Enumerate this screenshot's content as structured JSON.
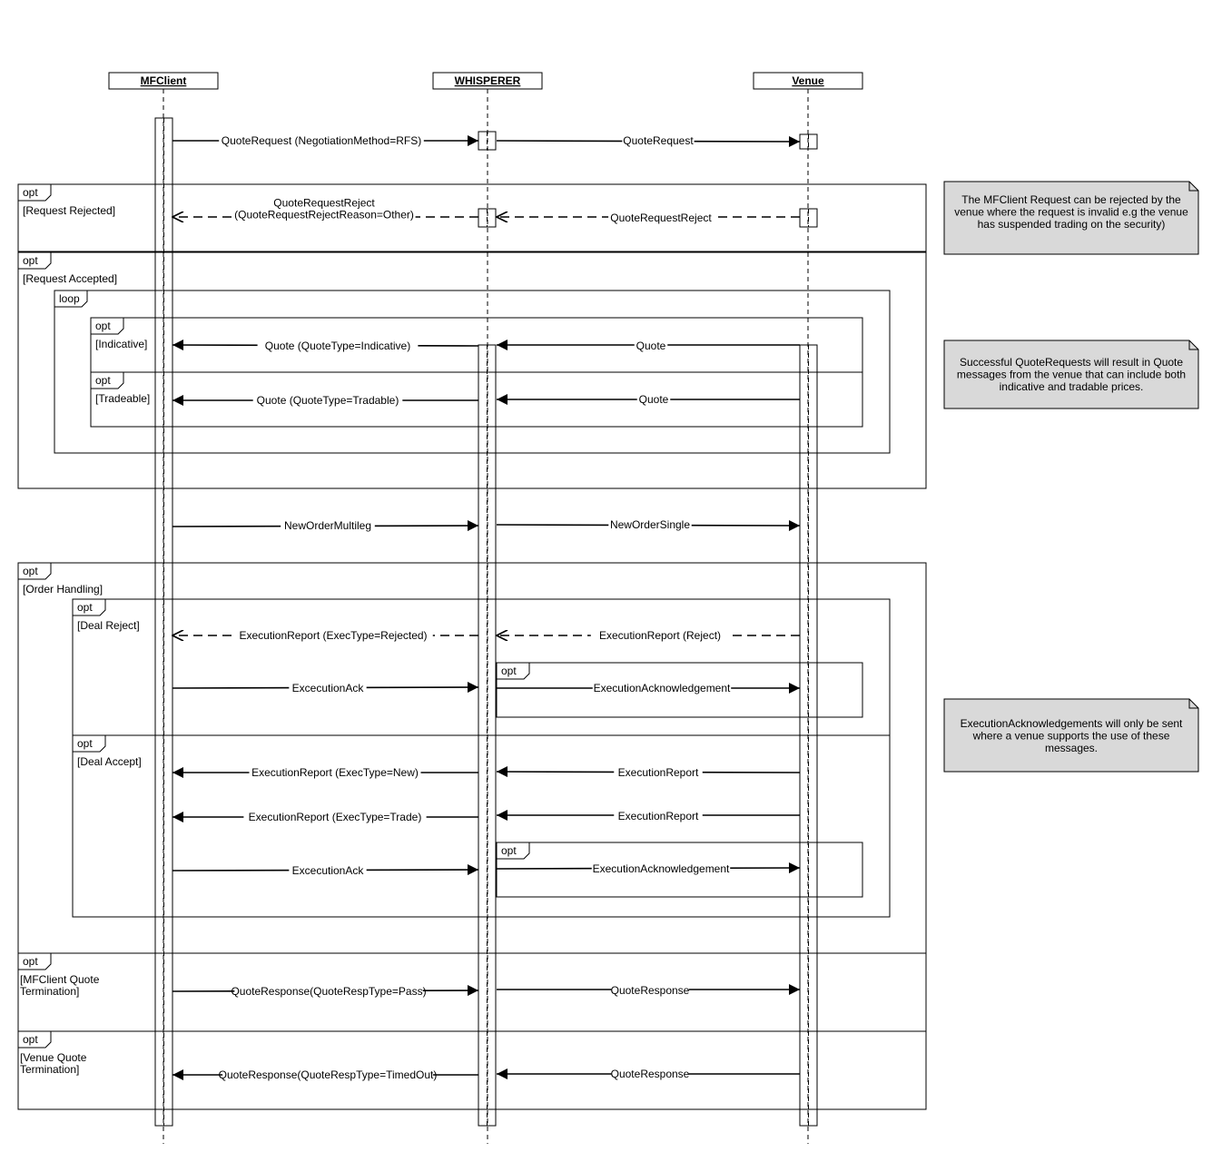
{
  "participants": [
    {
      "id": "mf",
      "name": "MFClient"
    },
    {
      "id": "wh",
      "name": "WHISPERER"
    },
    {
      "id": "ve",
      "name": "Venue"
    }
  ],
  "fragments": [
    {
      "id": "f1",
      "op": "opt",
      "guard": "[Request Rejected]"
    },
    {
      "id": "f2",
      "op": "opt",
      "guard": "[Request Accepted]"
    },
    {
      "id": "f3",
      "op": "loop",
      "guard": ""
    },
    {
      "id": "f4",
      "op": "opt",
      "guard": "[Indicative]"
    },
    {
      "id": "f5",
      "op": "opt",
      "guard": "[Tradeable]"
    },
    {
      "id": "f6",
      "op": "opt",
      "guard": "[Order Handling]"
    },
    {
      "id": "f7",
      "op": "opt",
      "guard": "[Deal Reject]"
    },
    {
      "id": "f8",
      "op": "opt",
      "guard": ""
    },
    {
      "id": "f9",
      "op": "opt",
      "guard": "[Deal Accept]"
    },
    {
      "id": "f10",
      "op": "opt",
      "guard": ""
    },
    {
      "id": "f11",
      "op": "opt",
      "guard": [
        "[MFClient Quote",
        "Termination]"
      ]
    },
    {
      "id": "f12",
      "op": "opt",
      "guard": [
        "[Venue Quote",
        "Termination]"
      ]
    }
  ],
  "messages": [
    {
      "id": "m1",
      "from": "mf",
      "to": "wh",
      "style": "sync",
      "label": "QuoteRequest (NegotiationMethod=RFS)"
    },
    {
      "id": "m2",
      "from": "wh",
      "to": "ve",
      "style": "sync",
      "label": "QuoteRequest"
    },
    {
      "id": "m3",
      "from": "wh",
      "to": "mf",
      "style": "reply",
      "label": [
        "QuoteRequestReject",
        "(QuoteRequestRejectReason=Other)"
      ]
    },
    {
      "id": "m4",
      "from": "ve",
      "to": "wh",
      "style": "reply",
      "label": "QuoteRequestReject"
    },
    {
      "id": "m5",
      "from": "wh",
      "to": "mf",
      "style": "sync",
      "label": "Quote (QuoteType=Indicative)"
    },
    {
      "id": "m6",
      "from": "ve",
      "to": "wh",
      "style": "sync",
      "label": "Quote"
    },
    {
      "id": "m7",
      "from": "wh",
      "to": "mf",
      "style": "sync",
      "label": "Quote (QuoteType=Tradable)"
    },
    {
      "id": "m8",
      "from": "ve",
      "to": "wh",
      "style": "sync",
      "label": "Quote"
    },
    {
      "id": "m9",
      "from": "mf",
      "to": "wh",
      "style": "sync",
      "label": "NewOrderMultileg"
    },
    {
      "id": "m10",
      "from": "wh",
      "to": "ve",
      "style": "sync",
      "label": "NewOrderSingle"
    },
    {
      "id": "m11",
      "from": "wh",
      "to": "mf",
      "style": "reply",
      "label": "ExecutionReport (ExecType=Rejected)"
    },
    {
      "id": "m12",
      "from": "ve",
      "to": "wh",
      "style": "reply",
      "label": "ExecutionReport (Reject)"
    },
    {
      "id": "m13",
      "from": "mf",
      "to": "wh",
      "style": "sync",
      "label": "ExcecutionAck"
    },
    {
      "id": "m14",
      "from": "wh",
      "to": "ve",
      "style": "sync",
      "label": "ExecutionAcknowledgement"
    },
    {
      "id": "m15",
      "from": "wh",
      "to": "mf",
      "style": "sync",
      "label": "ExecutionReport (ExecType=New)"
    },
    {
      "id": "m16",
      "from": "ve",
      "to": "wh",
      "style": "sync",
      "label": "ExecutionReport"
    },
    {
      "id": "m17",
      "from": "wh",
      "to": "mf",
      "style": "sync",
      "label": "ExecutionReport (ExecType=Trade)"
    },
    {
      "id": "m18",
      "from": "ve",
      "to": "wh",
      "style": "sync",
      "label": "ExecutionReport"
    },
    {
      "id": "m19",
      "from": "mf",
      "to": "wh",
      "style": "sync",
      "label": "ExcecutionAck"
    },
    {
      "id": "m20",
      "from": "wh",
      "to": "ve",
      "style": "sync",
      "label": "ExecutionAcknowledgement"
    },
    {
      "id": "m21",
      "from": "mf",
      "to": "wh",
      "style": "sync",
      "label": "QuoteResponse(QuoteRespType=Pass)"
    },
    {
      "id": "m22",
      "from": "wh",
      "to": "ve",
      "style": "sync",
      "label": "QuoteResponse"
    },
    {
      "id": "m23",
      "from": "wh",
      "to": "mf",
      "style": "sync",
      "label": "QuoteResponse(QuoteRespType=TimedOut)"
    },
    {
      "id": "m24",
      "from": "ve",
      "to": "wh",
      "style": "sync",
      "label": "QuoteResponse"
    }
  ],
  "notes": [
    {
      "id": "n1",
      "lines": [
        "The MFClient Request can be rejected by the",
        "venue where the request is invalid e.g the venue",
        "has suspended trading on the security)"
      ]
    },
    {
      "id": "n2",
      "lines": [
        "Successful QuoteRequests will result in Quote",
        "messages from the venue that can include both",
        "indicative and tradable prices."
      ]
    },
    {
      "id": "n3",
      "lines": [
        "ExecutionAcknowledgements will only be sent",
        "where a venue supports the use of these",
        "messages."
      ]
    }
  ],
  "colors": {
    "line": "#000000",
    "note_fill": "#d9d9d9",
    "background": "#ffffff"
  }
}
